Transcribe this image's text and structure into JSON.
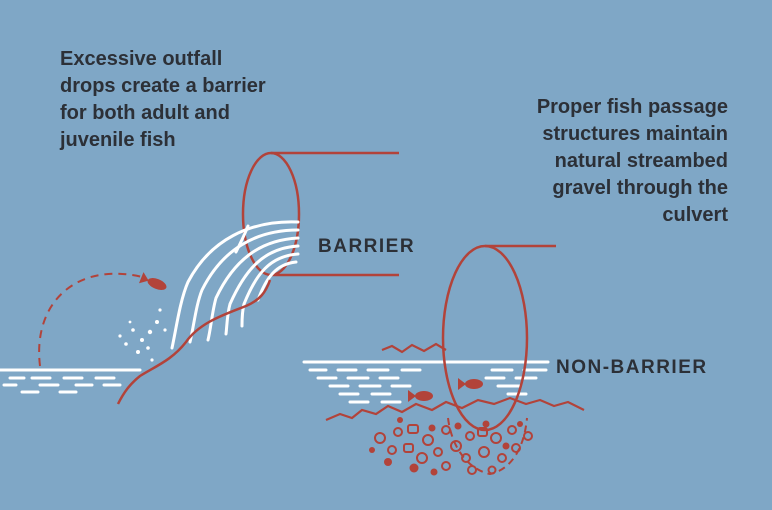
{
  "captions": {
    "left": "Excessive outfall\ndrops create a barrier\nfor both adult and\njuvenile fish",
    "right": "Proper fish passage\nstructures maintain\nnatural streambed\ngravel through the\nculvert"
  },
  "labels": {
    "barrier": "BARRIER",
    "non_barrier": "NON-BARRIER"
  },
  "colors": {
    "background": "#7fa7c6",
    "text": "#2c3037",
    "accent_red": "#b2433a",
    "water": "#ffffff"
  }
}
